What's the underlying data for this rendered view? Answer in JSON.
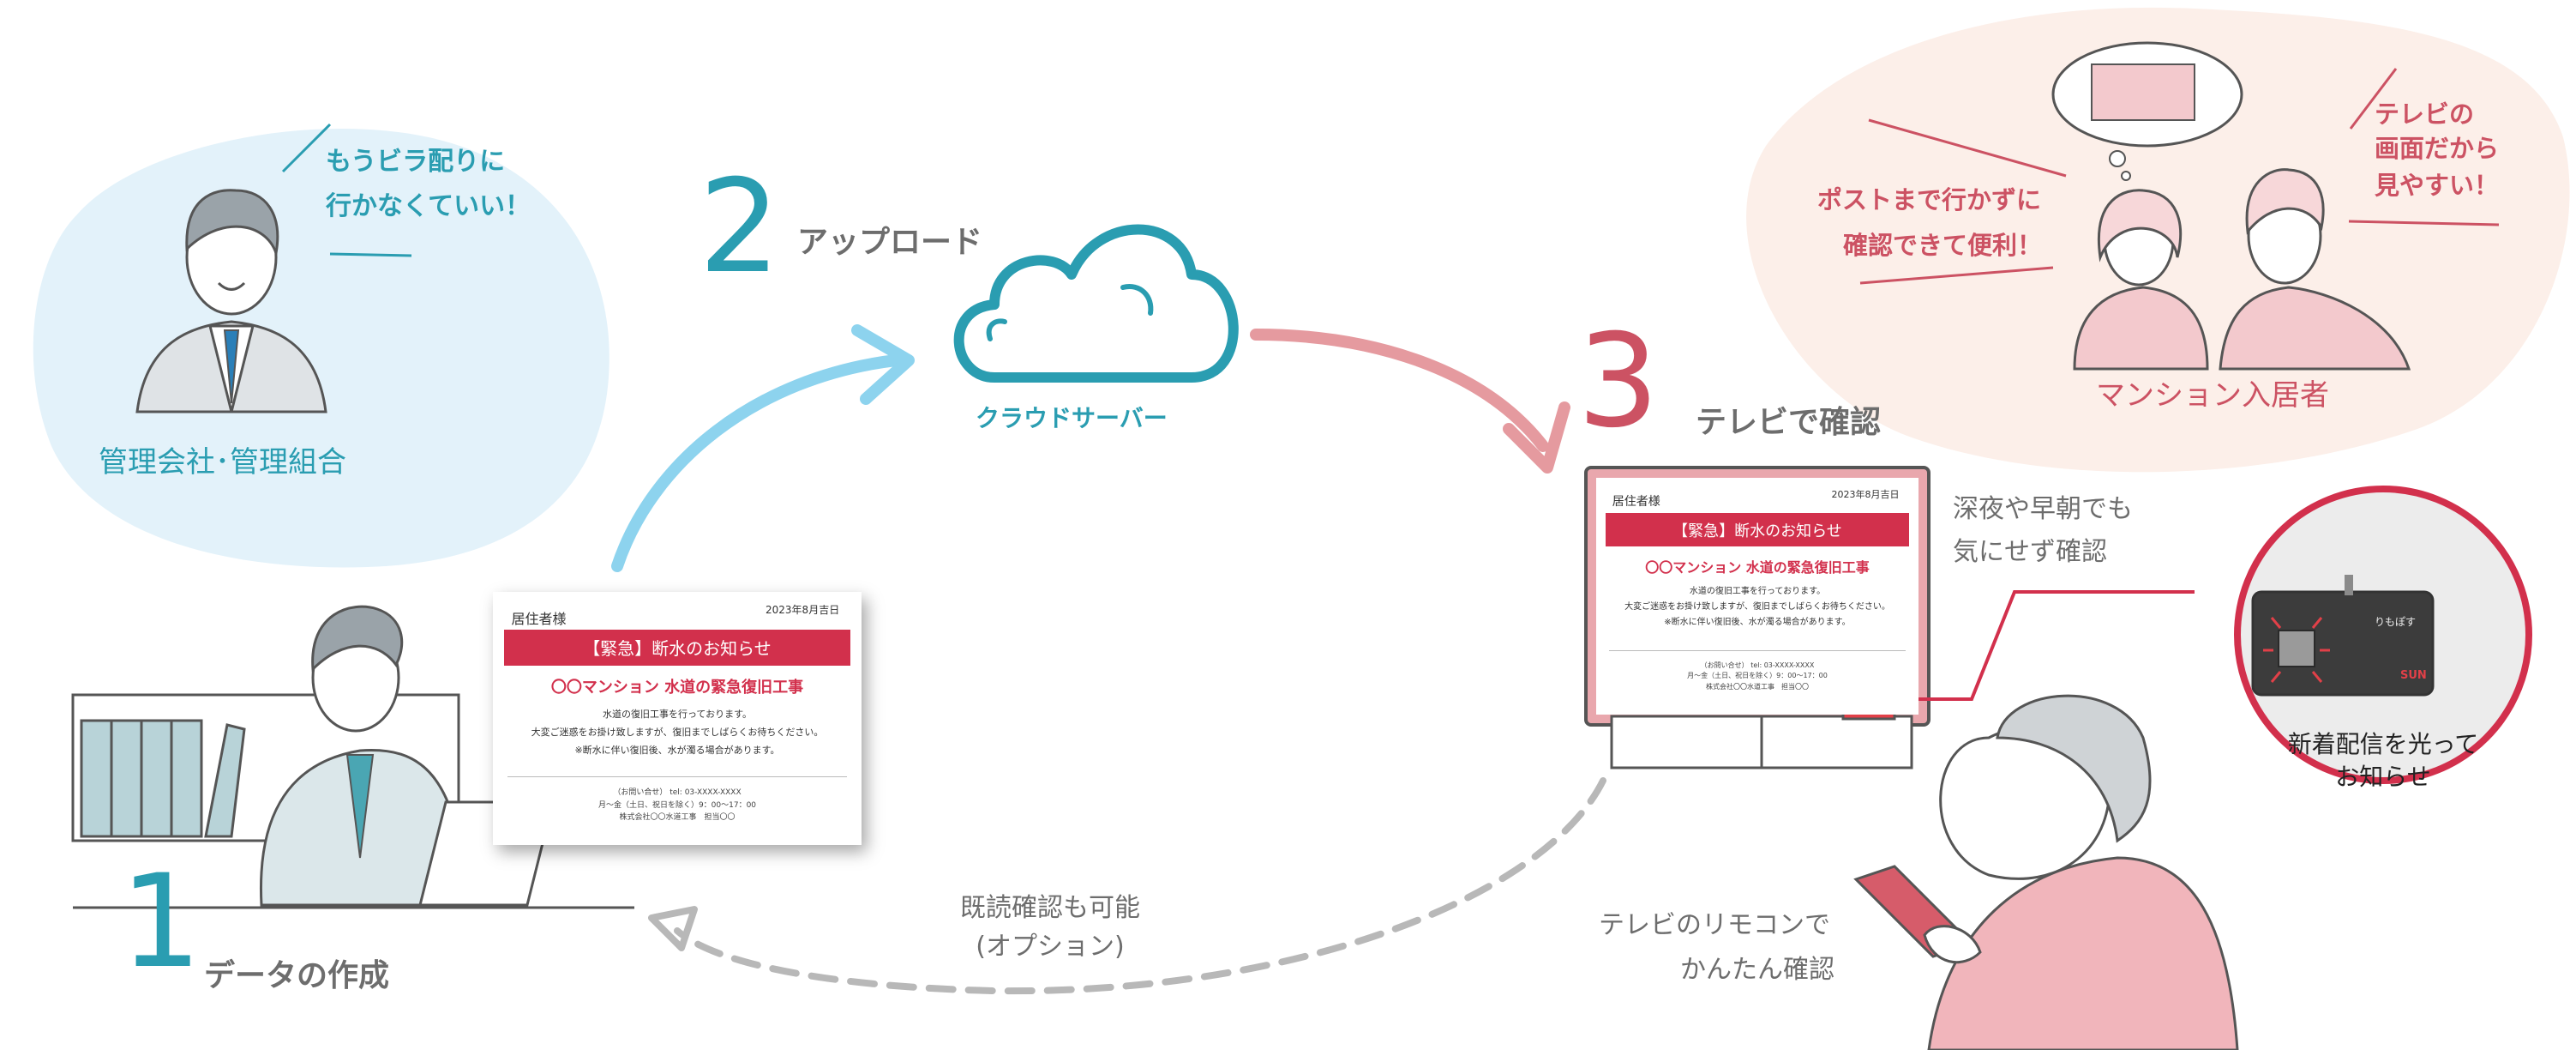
{
  "admin": {
    "speech_line1": "もうビラ配りに",
    "speech_line2": "行かなくていい！",
    "label": "管理会社･管理組合"
  },
  "steps": {
    "step1": {
      "number": "1",
      "label": "データの作成"
    },
    "step2": {
      "number": "2",
      "label": "アップロード"
    },
    "step3": {
      "number": "3",
      "label": "テレビで確認"
    }
  },
  "cloud": {
    "label": "クラウドサーバー"
  },
  "residents": {
    "left_line1": "ポストまで行かずに",
    "left_line2": "確認できて便利！",
    "right_line1": "テレビの",
    "right_line2": "画面だから",
    "right_line3": "見やすい！",
    "label": "マンション入居者"
  },
  "tv_note": {
    "line1": "深夜や早朝でも",
    "line2": "気にせず確認"
  },
  "device": {
    "caption_line1": "新着配信を光って",
    "caption_line2": "お知らせ",
    "button_label": "りもぽす",
    "brand": "SUN"
  },
  "remote_note": {
    "line1": "テレビのリモコンで",
    "line2": "かんたん確認"
  },
  "read_receipt": {
    "line1": "既読確認も可能",
    "line2": "(オプション)"
  },
  "notice": {
    "date": "2023年8月吉日",
    "addressee": "居住者様",
    "banner": "【緊急】断水のお知らせ",
    "headline": "〇〇マンション 水道の緊急復旧工事",
    "body1": "水道の復旧工事を行っております。",
    "body2": "大変ご迷惑をお掛け致しますが、復旧までしばらくお待ちください。",
    "body3": "※断水に伴い復旧後、水が濁る場合があります。",
    "contact": "（お問い合せ） tel: 03-XXXX-XXXX",
    "hours": "月〜金（土日、祝日を除く）9：00〜17：00",
    "company": "株式会社〇〇水道工事　担当〇〇"
  },
  "colors": {
    "teal": "#2a9db1",
    "rose": "#cc5263",
    "sky_arrow": "#8dd3ee",
    "pink_arrow": "#e59a9f",
    "admin_blob": "#e3f2fa",
    "resident_blob": "#fcefe9",
    "banner_red": "#d2304c"
  }
}
